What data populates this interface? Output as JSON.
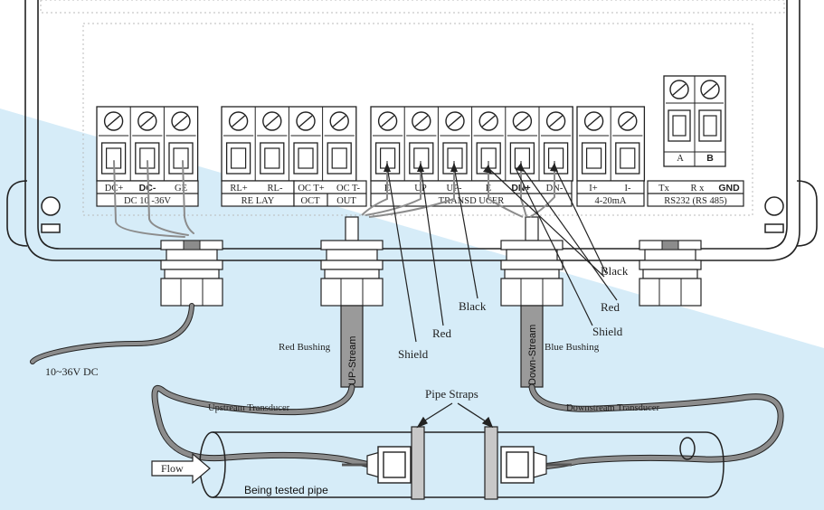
{
  "colors": {
    "background_tint": "#d6ecf8",
    "line": "#222222",
    "cable": "#8c8c8c",
    "cable_dark": "#6e6e6e",
    "bushing_gray": "#9a9a9a"
  },
  "terminal_blocks": {
    "power": {
      "pins": [
        "DC+",
        "DC-",
        "GE"
      ],
      "label": "DC  10 -36V"
    },
    "relay": {
      "pins": [
        "RL+",
        "RL-"
      ],
      "label": "RE LAY"
    },
    "oct": {
      "pins": [
        "OC T+",
        "OC T-"
      ],
      "label_left": "OCT",
      "label_right": "OUT"
    },
    "transducer": {
      "pins": [
        "E",
        "UP",
        "UP-",
        "E",
        "DN+",
        "DN-"
      ],
      "label": "TRANSD UCER"
    },
    "current": {
      "pins": [
        "I+",
        "I-"
      ],
      "label": "4-20mA"
    },
    "rs232": {
      "top_pins": [
        "A",
        "B"
      ],
      "pins": [
        "Tx",
        "R x",
        "GND"
      ],
      "label": "RS232 (RS 485)"
    }
  },
  "wire_labels": {
    "shield_up": "Shield",
    "red_up": "Red",
    "black_up": "Black",
    "black_dn": "Black",
    "red_dn": "Red",
    "shield_dn": "Shield"
  },
  "labels": {
    "red_bushing": "Red Bushing",
    "blue_bushing": "Blue Bushing",
    "upstream_cable": "UP-Stream",
    "downstream_cable": "Down-Stream",
    "power_input": "10~36V DC",
    "upstream_transducer": "Upstream Transducer",
    "downstream_transducer": "Downstream Transducer",
    "pipe_straps": "Pipe Straps",
    "flow": "Flow",
    "pipe": "Being tested pipe"
  }
}
